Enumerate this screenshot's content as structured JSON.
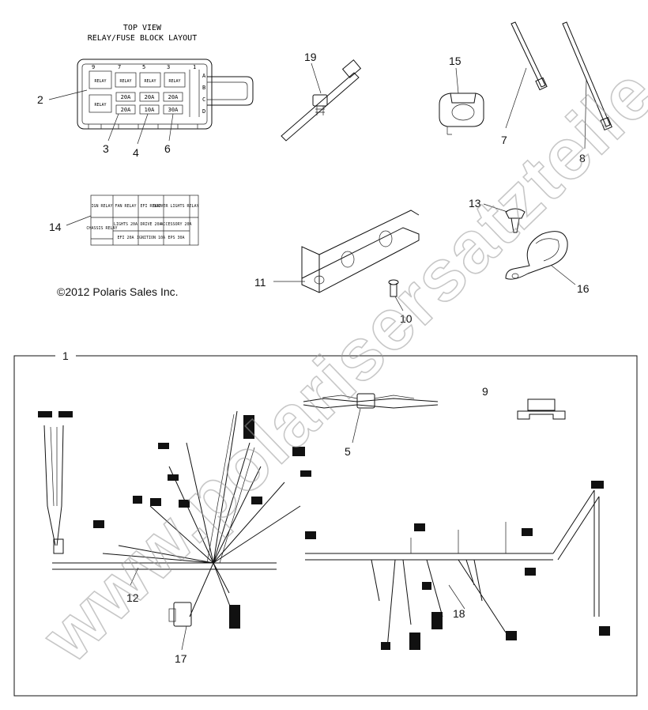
{
  "header": {
    "title_line1": "TOP VIEW",
    "title_line2": "RELAY/FUSE BLOCK LAYOUT"
  },
  "fuse_block": {
    "top_numbers": [
      "9",
      "7",
      "5",
      "3",
      "1"
    ],
    "side_letters": [
      "A",
      "B",
      "C",
      "D"
    ],
    "relays": [
      "RELAY",
      "RELAY",
      "RELAY",
      "RELAY",
      "RELAY"
    ],
    "fuses": [
      "20A",
      "20A",
      "20A",
      "20A",
      "10A",
      "30A"
    ]
  },
  "decal_14": {
    "cells": [
      "IGN RELAY",
      "FAN RELAY",
      "EFI RELAY",
      "DRIVER LIGHTS RELAY",
      "CHASSIS RELAY",
      "LIGHTS 20A",
      "DRIVE 20A",
      "ACCESSORY 20A",
      "EFI 20A",
      "IGNITION 10A",
      "EPS 30A"
    ]
  },
  "copyright": "©2012 Polaris Sales Inc.",
  "callouts": {
    "c1": "1",
    "c2": "2",
    "c3": "3",
    "c4": "4",
    "c5": "5",
    "c6": "6",
    "c7": "7",
    "c8": "8",
    "c9": "9",
    "c10": "10",
    "c11": "11",
    "c12": "12",
    "c13": "13",
    "c14": "14",
    "c15": "15",
    "c16": "16",
    "c17": "17",
    "c18": "18",
    "c19": "19"
  },
  "watermark": "www.polarisersatzteile.de",
  "colors": {
    "line": "#111111",
    "watermark": "#9a9a9a",
    "background": "#ffffff"
  }
}
